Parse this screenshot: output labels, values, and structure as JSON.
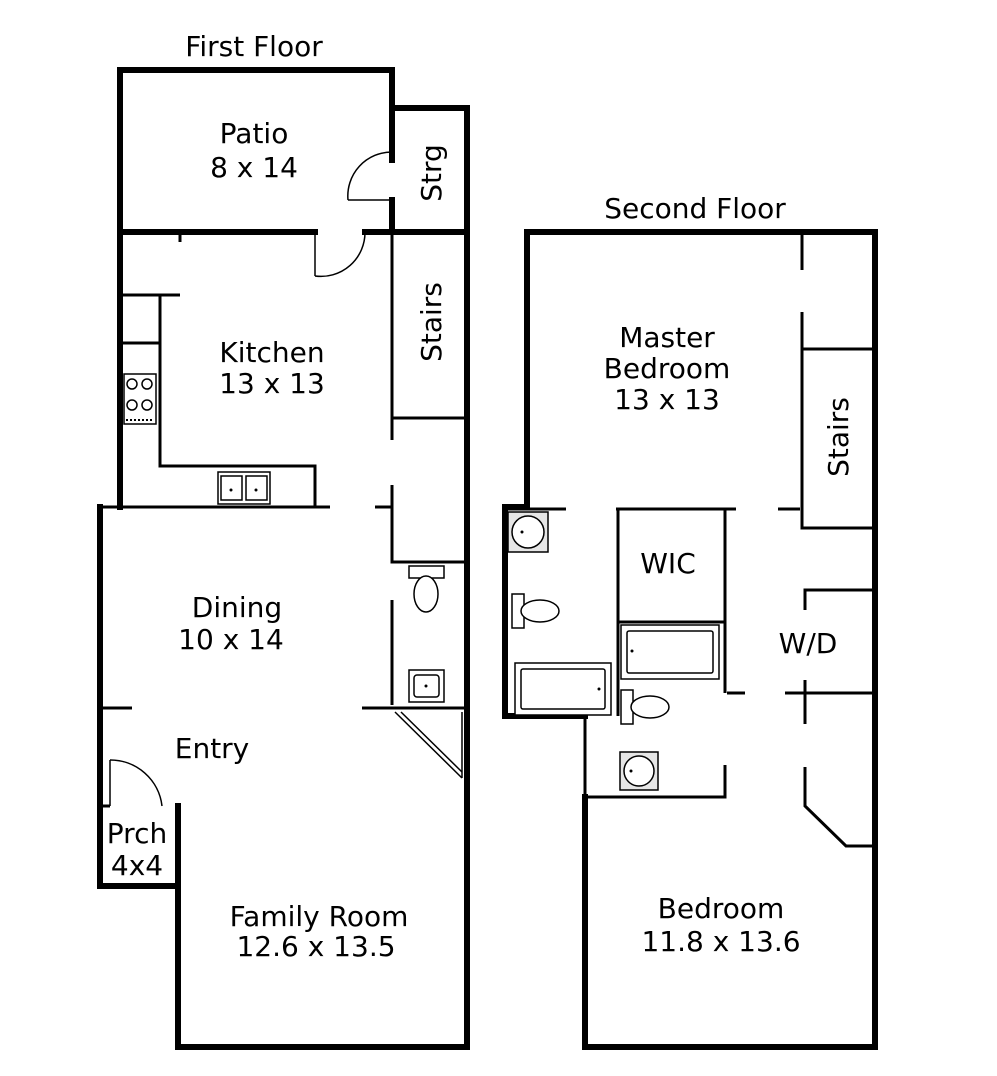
{
  "floors": {
    "first": {
      "title": "First Floor",
      "rooms": {
        "patio": {
          "name": "Patio",
          "size": "8 x 14"
        },
        "storage": {
          "name": "Strg"
        },
        "stairs": {
          "name": "Stairs"
        },
        "kitchen": {
          "name": "Kitchen",
          "size": "13 x 13"
        },
        "dining": {
          "name": "Dining",
          "size": "10 x 14"
        },
        "entry": {
          "name": "Entry"
        },
        "porch": {
          "name": "Prch",
          "size": "4x4"
        },
        "family": {
          "name": "Family Room",
          "size": "12.6 x 13.5"
        }
      }
    },
    "second": {
      "title": "Second Floor",
      "rooms": {
        "master": {
          "name_line1": "Master",
          "name_line2": "Bedroom",
          "size": "13 x 13"
        },
        "stairs": {
          "name": "Stairs"
        },
        "wic": {
          "name": "WIC"
        },
        "wd": {
          "name": "W/D"
        },
        "bedroom": {
          "name": "Bedroom",
          "size": "11.8 x 13.6"
        }
      }
    }
  }
}
